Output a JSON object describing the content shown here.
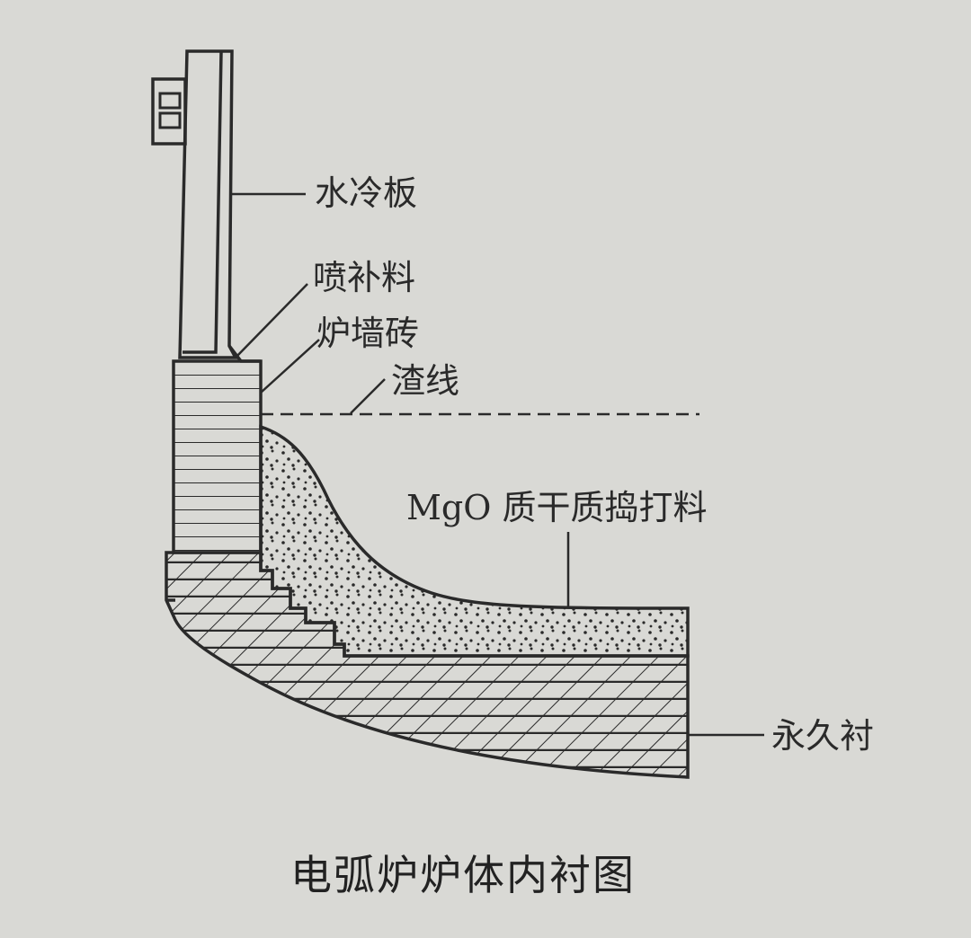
{
  "labels": {
    "water_cooled_panel": "水冷板",
    "gunning_material": "喷补料",
    "wall_brick": "炉墙砖",
    "slag_line": "渣线",
    "mgo_ramming": "MgO 质干质捣打料",
    "permanent_lining": "永久衬"
  },
  "caption": "电弧炉炉体内衬图",
  "colors": {
    "ink": "#2a2a2a",
    "paper": "#d9d9d5"
  }
}
